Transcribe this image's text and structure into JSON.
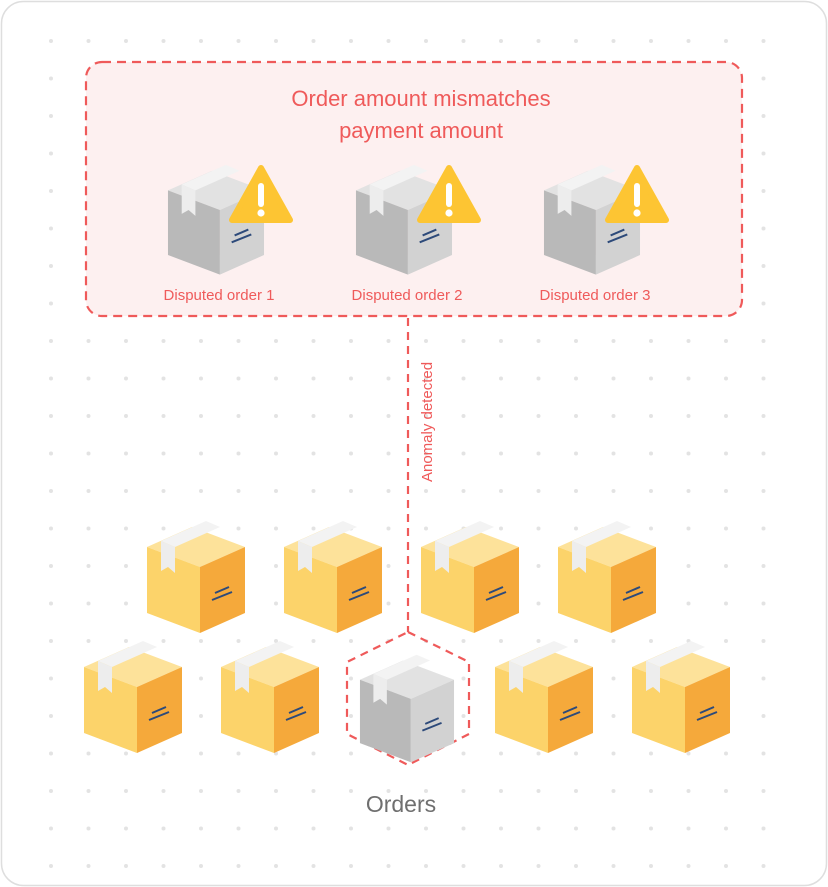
{
  "colors": {
    "accent_red": "#ef5a5a",
    "alert_fill": "#fdf0f0",
    "box_yellow_light": "#fcd36a",
    "box_yellow_dark": "#f5a93b",
    "box_gray_light": "#b9b9b9",
    "box_gray_dark": "#d2d2d2",
    "warning_yellow": "#fdc533",
    "dot_grid": "#e3e3e3",
    "label_gray": "#6f6f6f"
  },
  "alert": {
    "title_line1": "Order amount mismatches",
    "title_line2": "payment amount",
    "items": [
      {
        "label": "Disputed order 1",
        "icon": "warning-icon"
      },
      {
        "label": "Disputed order 2",
        "icon": "warning-icon"
      },
      {
        "label": "Disputed order 3",
        "icon": "warning-icon"
      }
    ]
  },
  "connector": {
    "label": "Anomaly detected"
  },
  "orders": {
    "label": "Orders",
    "row1": [
      "package-icon",
      "package-icon",
      "package-icon",
      "package-icon"
    ],
    "row2": [
      "package-icon",
      "package-icon",
      "package-icon-anomaly",
      "package-icon",
      "package-icon"
    ]
  }
}
